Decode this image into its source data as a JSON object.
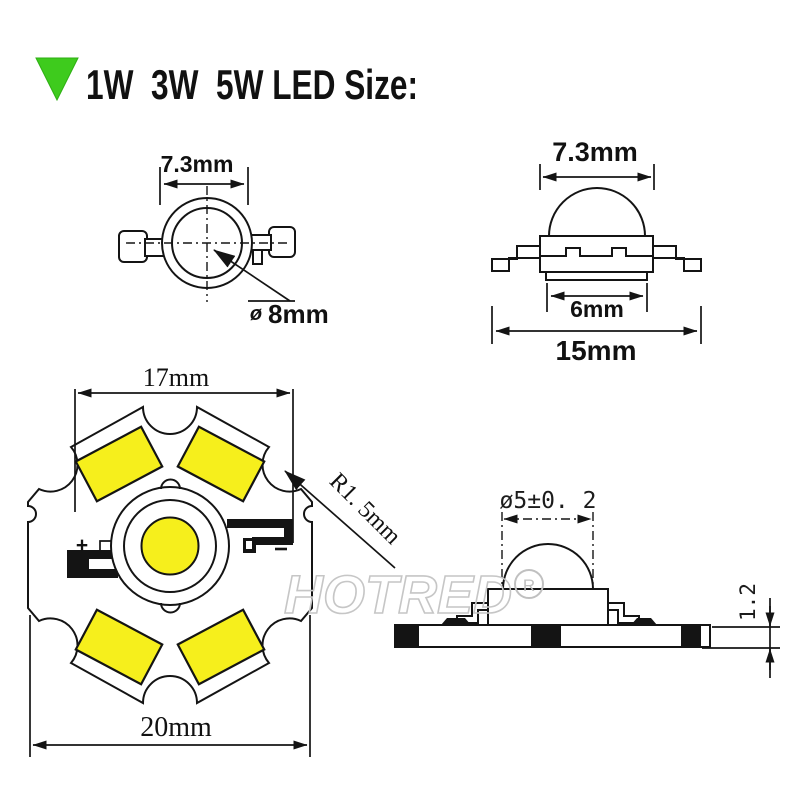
{
  "header": {
    "title": "1W  3W  5W LED Size:"
  },
  "top_view": {
    "width": "7.3mm",
    "diameter_symbol": "ø",
    "diameter": "8mm"
  },
  "side_view": {
    "top_width": "7.3mm",
    "base_width": "6mm",
    "overall_width": "15mm"
  },
  "star_pcb": {
    "inner_width": "17mm",
    "board_width": "20mm",
    "notch_radius": "R1. 5mm",
    "positive": "+",
    "negative": "−"
  },
  "pcb_side_view": {
    "lens_diameter": "ø5±0. 2",
    "board_thickness": "1.2"
  },
  "watermark": {
    "brand": "HOTRED",
    "registered": "R"
  },
  "colors": {
    "accent_green": "#3ecb1d",
    "pad_yellow": "#f6ef1c",
    "line_black": "#141414",
    "watermark_gray": "#c6c6c6"
  }
}
